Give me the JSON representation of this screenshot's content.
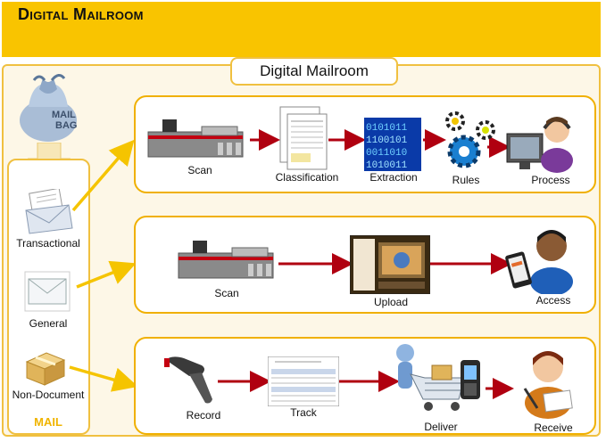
{
  "header": {
    "title": "Digital Mailroom"
  },
  "banner": {
    "title": "Digital Mailroom"
  },
  "mailbag": {
    "text": "MAIL BAG"
  },
  "sources": {
    "transactional": "Transactional",
    "general": "General",
    "non_document": "Non-Document",
    "mail_label": "MAIL"
  },
  "row1": {
    "scan": "Scan",
    "classification": "Classification",
    "extraction": "Extraction",
    "rules": "Rules",
    "process": "Process"
  },
  "row2": {
    "scan": "Scan",
    "upload": "Upload",
    "access": "Access"
  },
  "row3": {
    "record": "Record",
    "track": "Track",
    "deliver": "Deliver",
    "receive": "Receive"
  },
  "colors": {
    "header": "#f9c400",
    "border": "#f0b000",
    "arrow_red": "#b00010",
    "arrow_yellow": "#f5c400"
  }
}
